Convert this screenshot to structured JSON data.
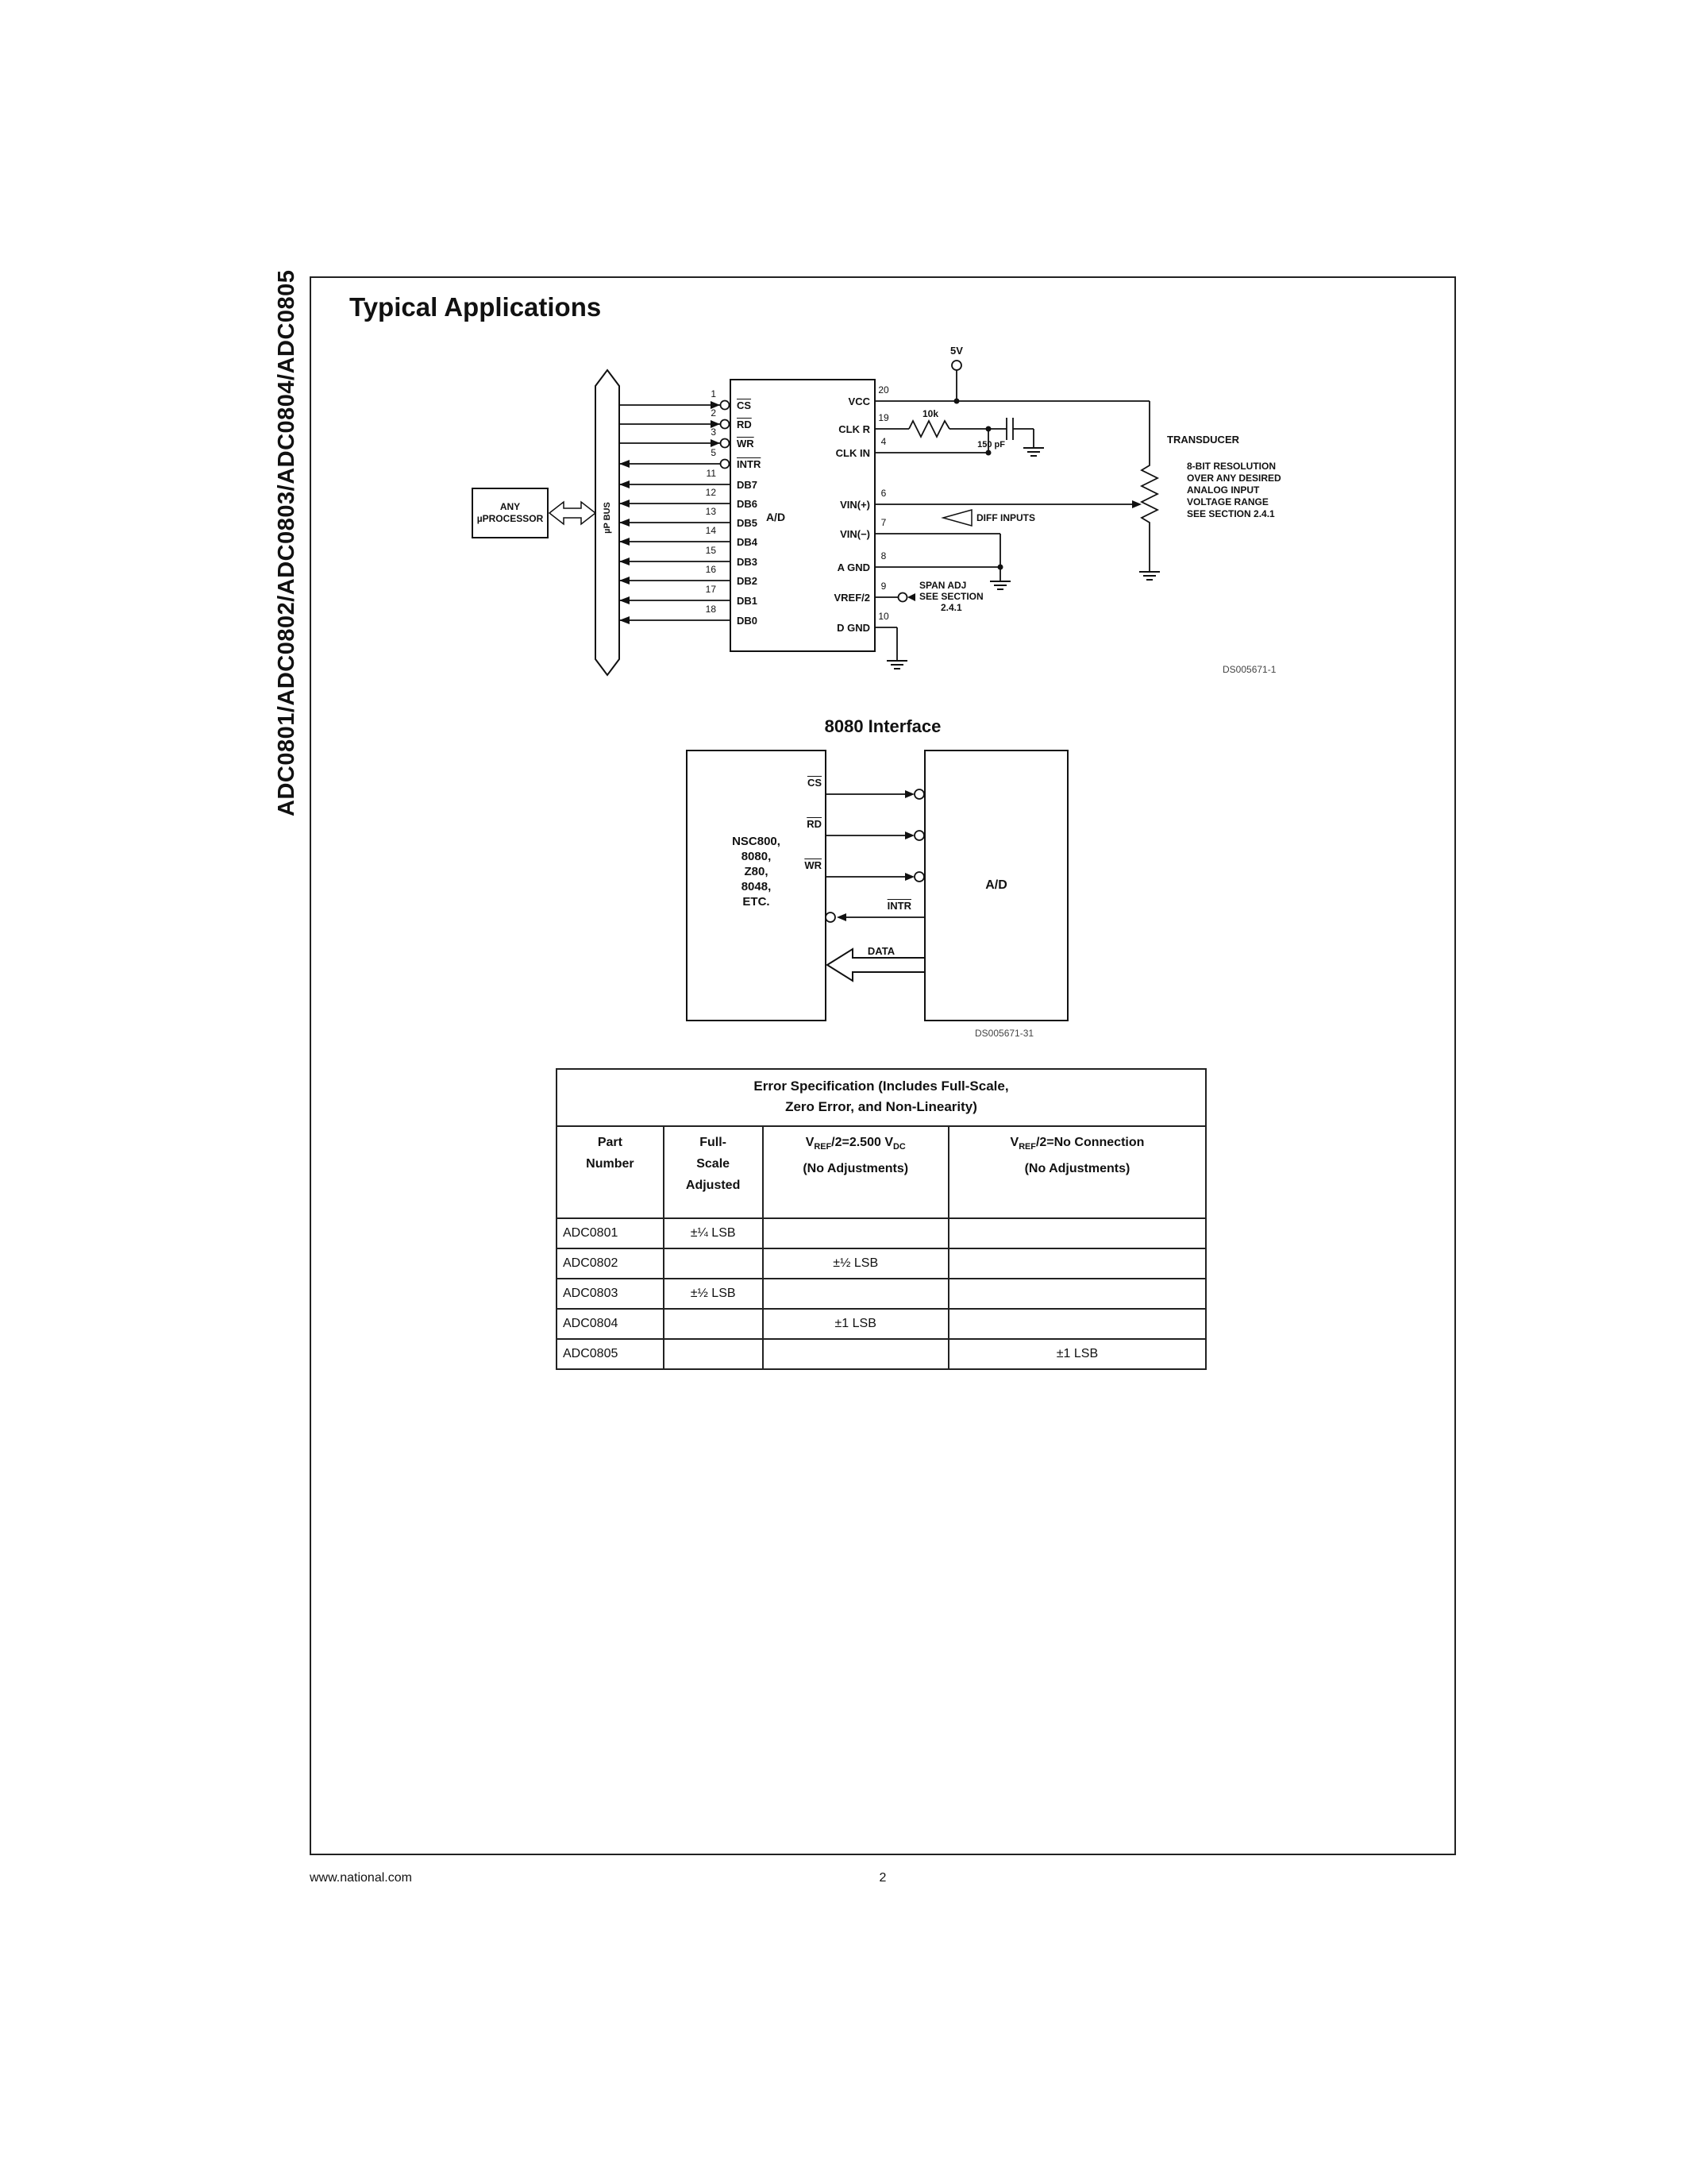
{
  "page": {
    "side_label": "ADC0801/ADC0802/ADC0803/ADC0804/ADC0805",
    "title": "Typical Applications",
    "footer_left": "www.national.com",
    "footer_page": "2"
  },
  "circuit": {
    "supply_label": "5V",
    "processor_line1": "ANY",
    "processor_line2": "µPROCESSOR",
    "bus_label": "µP BUS",
    "chip_label": "A/D",
    "left_pins": [
      {
        "num": "1",
        "label": "CS"
      },
      {
        "num": "2",
        "label": "RD"
      },
      {
        "num": "3",
        "label": "WR"
      },
      {
        "num": "5",
        "label": "INTR"
      },
      {
        "num": "11",
        "label": "DB7"
      },
      {
        "num": "12",
        "label": "DB6"
      },
      {
        "num": "13",
        "label": "DB5"
      },
      {
        "num": "14",
        "label": "DB4"
      },
      {
        "num": "15",
        "label": "DB3"
      },
      {
        "num": "16",
        "label": "DB2"
      },
      {
        "num": "17",
        "label": "DB1"
      },
      {
        "num": "18",
        "label": "DB0"
      }
    ],
    "right_pins": [
      {
        "num": "20",
        "label": "VCC"
      },
      {
        "num": "19",
        "label": "CLK R"
      },
      {
        "num": "4",
        "label": "CLK IN"
      },
      {
        "num": "6",
        "label": "VIN(+)"
      },
      {
        "num": "7",
        "label": "VIN(−)"
      },
      {
        "num": "8",
        "label": "A GND"
      },
      {
        "num": "9",
        "label": "VREF/2"
      },
      {
        "num": "10",
        "label": "D GND"
      }
    ],
    "resistor_label": "10k",
    "capacitor_label": "150 pF",
    "diff_inputs_label": "DIFF INPUTS",
    "transducer_label": "TRANSDUCER",
    "note_lines": [
      "8-BIT RESOLUTION",
      "OVER ANY DESIRED",
      "ANALOG INPUT",
      "VOLTAGE RANGE",
      "SEE SECTION 2.4.1"
    ],
    "span_adj_lines": [
      "SPAN ADJ",
      "SEE SECTION",
      "2.4.1"
    ],
    "ds_label": "DS005671-1"
  },
  "iface": {
    "heading": "8080 Interface",
    "cpu_lines": [
      "NSC800,",
      "8080,",
      "Z80,",
      "8048,",
      "ETC."
    ],
    "adc_label": "A/D",
    "sig_cs": "CS",
    "sig_rd": "RD",
    "sig_wr": "WR",
    "sig_intr": "INTR",
    "sig_data": "DATA",
    "ds_label": "DS005671-31"
  },
  "table": {
    "title_line1": "Error Specification (Includes Full-Scale,",
    "title_line2": "Zero Error, and Non-Linearity)",
    "h_part_1": "Part",
    "h_part_2": "Number",
    "h_fs_1": "Full-",
    "h_fs_2": "Scale",
    "h_fs_3": "Adjusted",
    "h_c3_v": "V",
    "h_c3_sub": "REF",
    "h_c3_mid": "/2=2.500 V",
    "h_c3_sub2": "DC",
    "h_c3_line2": "(No Adjustments)",
    "h_c4_v": "V",
    "h_c4_sub": "REF",
    "h_c4_mid": "/2=No Connection",
    "h_c4_line2": "(No Adjustments)",
    "rows": [
      {
        "part": "ADC0801",
        "fs": "±¼ LSB",
        "v25": "",
        "vnc": ""
      },
      {
        "part": "ADC0802",
        "fs": "",
        "v25": "±½ LSB",
        "vnc": ""
      },
      {
        "part": "ADC0803",
        "fs": "±½ LSB",
        "v25": "",
        "vnc": ""
      },
      {
        "part": "ADC0804",
        "fs": "",
        "v25": "±1 LSB",
        "vnc": ""
      },
      {
        "part": "ADC0805",
        "fs": "",
        "v25": "",
        "vnc": "±1 LSB"
      }
    ]
  }
}
